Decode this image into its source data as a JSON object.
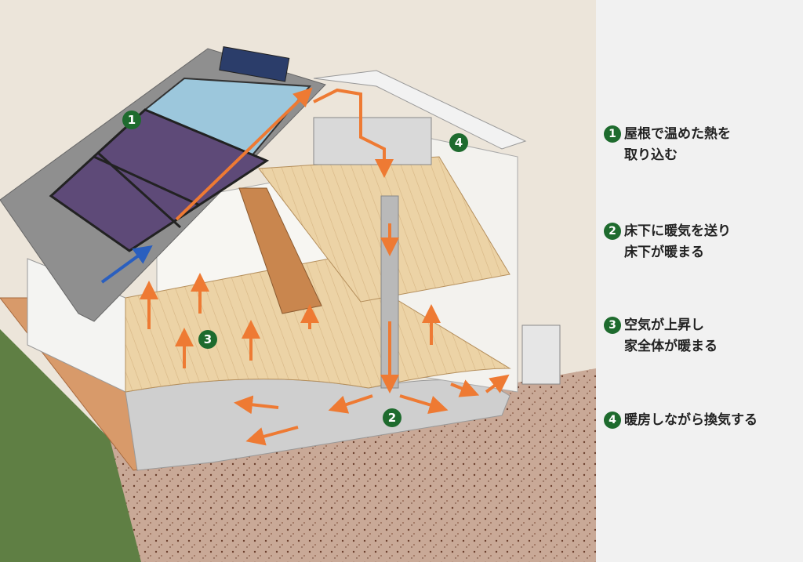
{
  "diagram": {
    "markers": [
      "1",
      "2",
      "3",
      "4"
    ]
  },
  "legend": {
    "items": [
      {
        "num": "1",
        "line1": "屋根で温めた熱を",
        "line2": "取り込む"
      },
      {
        "num": "2",
        "line1": "床下に暖気を送り",
        "line2": "床下が暖まる"
      },
      {
        "num": "3",
        "line1": "空気が上昇し",
        "line2": "家全体が暖まる"
      },
      {
        "num": "4",
        "line1": "暖房しながら換気する",
        "line2": ""
      }
    ]
  },
  "colors": {
    "accent": "#1e6b2e",
    "arrow_warm": "#ee7a33",
    "arrow_cool": "#2a5fbf"
  }
}
